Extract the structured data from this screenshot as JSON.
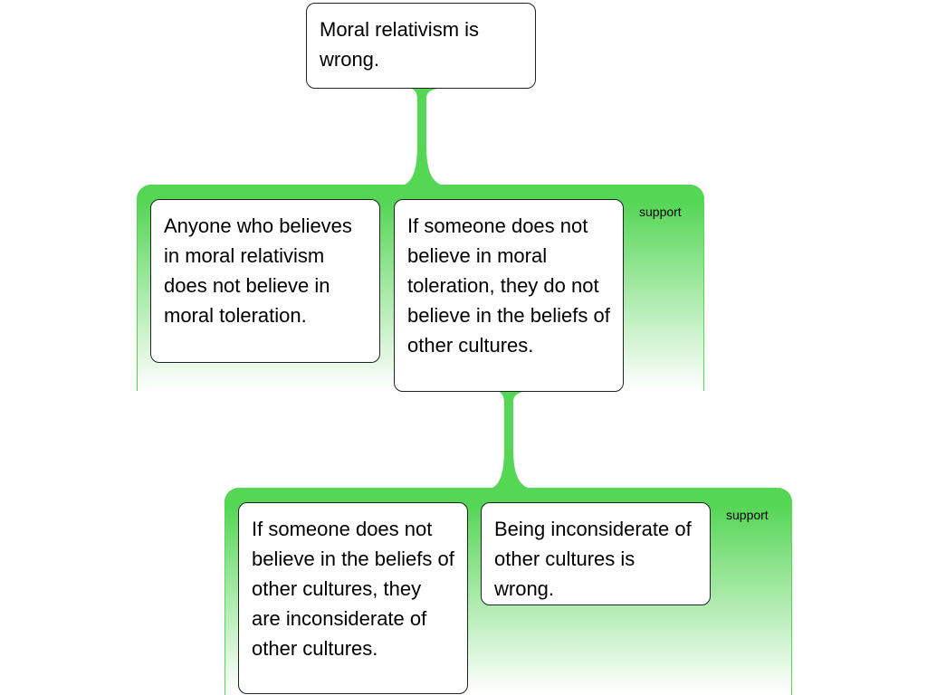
{
  "root_claim": "Moral relativism is wrong.",
  "groups": [
    {
      "relation": "support",
      "premises": [
        "Anyone who believes in moral relativism does not believe in moral toleration.",
        "If someone does not believe in moral toleration, they do not believe in the beliefs of other cultures."
      ]
    },
    {
      "relation": "support",
      "premises": [
        "If someone does not believe in the beliefs of other cultures, they are inconsiderate of other cultures.",
        "Being inconsiderate of other cultures is wrong."
      ]
    }
  ],
  "colors": {
    "support": "#55d655"
  }
}
